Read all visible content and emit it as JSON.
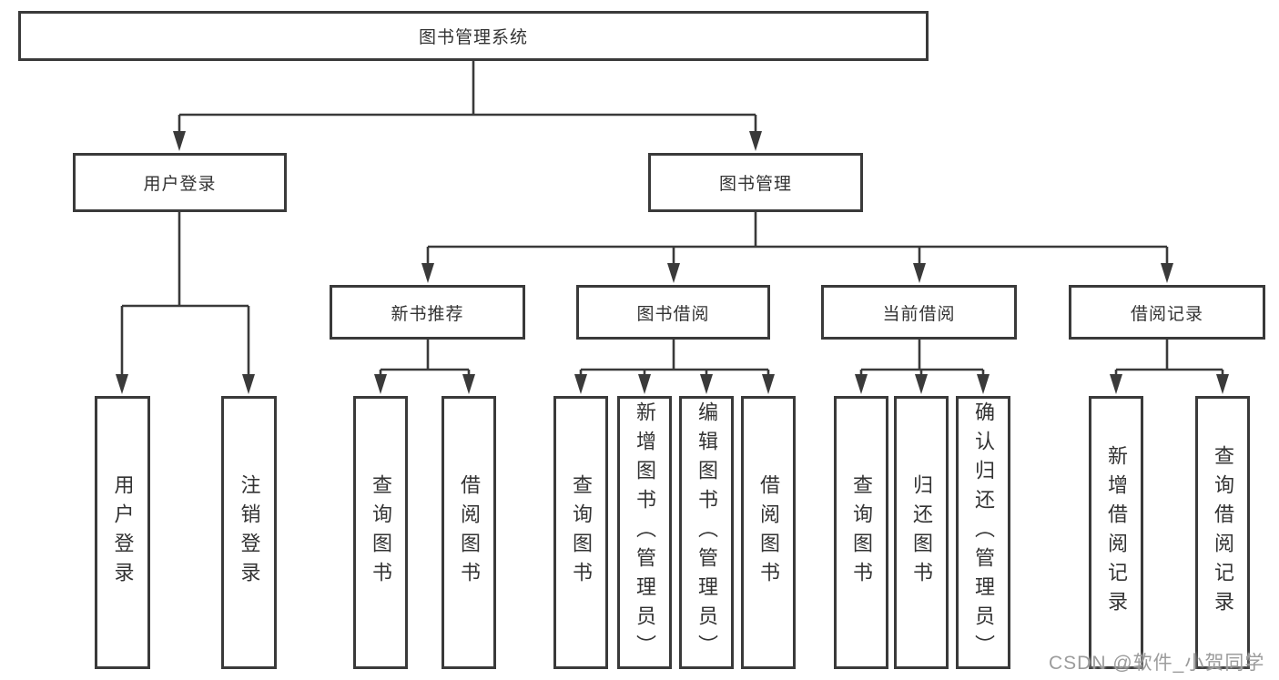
{
  "nodes": {
    "root": "图书管理系统",
    "user_login": "用户登录",
    "book_mgmt": "图书管理",
    "new_book": "新书推荐",
    "book_borrow": "图书借阅",
    "current_borrow": "当前借阅",
    "borrow_records": "借阅记录",
    "leaf_user_login": "用户登录",
    "leaf_logout": "注销登录",
    "leaf_nb_query": "查询图书",
    "leaf_nb_borrow": "借阅图书",
    "leaf_bb_query": "查询图书",
    "leaf_bb_add": "新增图书（管理员）",
    "leaf_bb_edit": "编辑图书（管理员）",
    "leaf_bb_borrow": "借阅图书",
    "leaf_cb_query": "查询图书",
    "leaf_cb_return": "归还图书",
    "leaf_cb_confirm": "确认归还（管理员）",
    "leaf_br_add": "新增借阅记录",
    "leaf_br_query": "查询借阅记录"
  },
  "watermark": "CSDN @软件_小贺同学",
  "colors": {
    "line": "#3a3a3a",
    "text": "#333333",
    "watermark": "#9c9c9c",
    "background": "#ffffff"
  }
}
